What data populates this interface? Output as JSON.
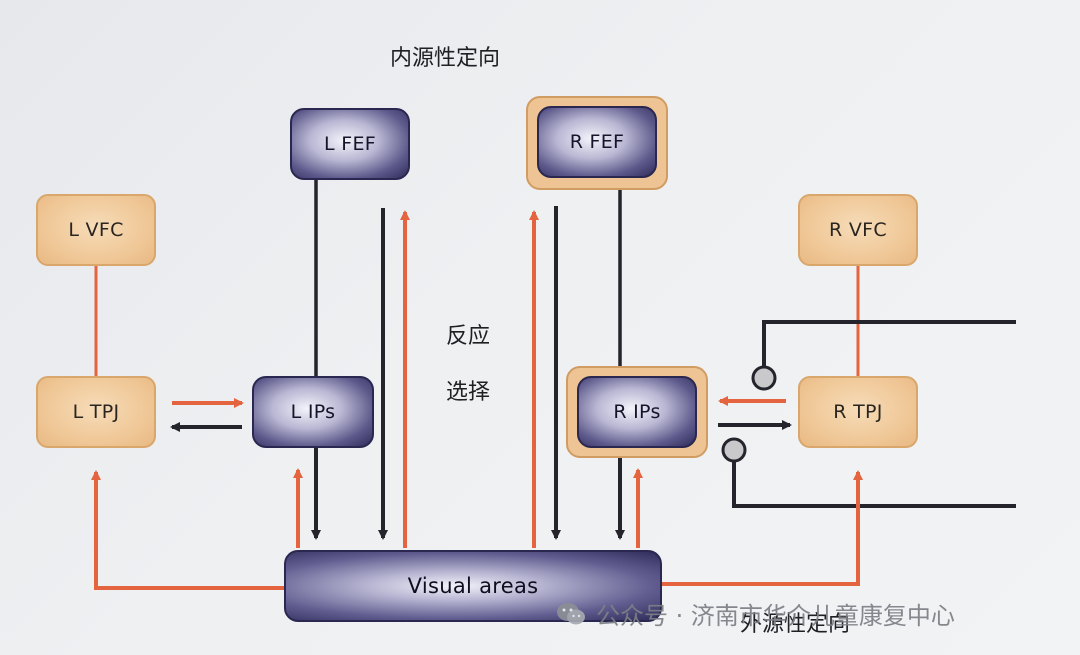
{
  "labels": {
    "endogenous": "内源性定向",
    "response": "反应",
    "selection": "选择",
    "exogenous": "外源性定向"
  },
  "nodes": {
    "l_fef": "L FEF",
    "r_fef": "R FEF",
    "l_vfc": "L VFC",
    "r_vfc": "R VFC",
    "l_tpj": "L TPJ",
    "r_tpj": "R TPJ",
    "l_ips": "L IPs",
    "r_ips": "R IPs",
    "visual": "Visual areas"
  },
  "watermark": {
    "text": "公众号 · 济南市华介儿童康复中心",
    "icon": "wechat-icon"
  },
  "colors": {
    "dark_arrow": "#25232c",
    "orange_arrow": "#e4643f",
    "tan_box": "#f0c898",
    "purple_box": "#5e5a8c"
  }
}
